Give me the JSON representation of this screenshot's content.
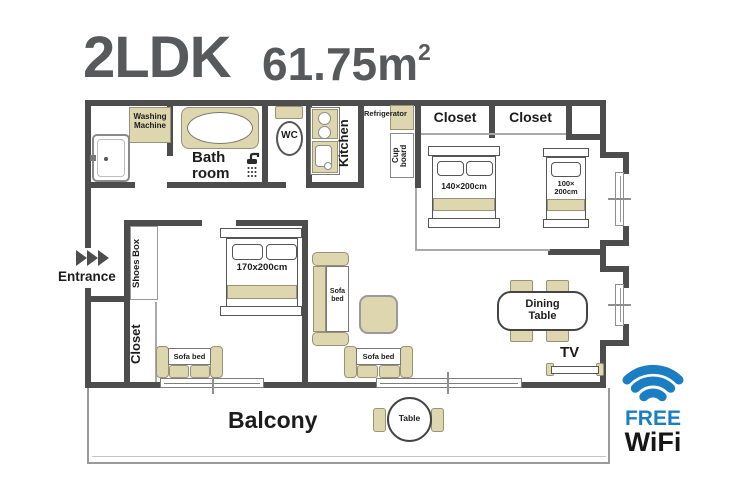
{
  "title": {
    "name": "2LDK",
    "area": "61.75",
    "unit": "m",
    "sup": "2"
  },
  "labels": {
    "washing_machine": [
      "Washing",
      "Machine"
    ],
    "bath_room": [
      "Bath",
      "room"
    ],
    "wc": "WC",
    "kitchen": "Kitchen",
    "refrigerator": "Refrigerator",
    "cupboard": [
      "Cup",
      "board"
    ],
    "closet_top_left": "Closet",
    "closet_top_right": "Closet",
    "shoes_box": "Shoes Box",
    "entrance": "Entrance",
    "closet_left": "Closet",
    "balcony": "Balcony",
    "dining_table": [
      "Dining",
      "Table"
    ],
    "tv": "TV",
    "balcony_table": "Table",
    "free": "FREE",
    "wifi": "WiFi"
  },
  "beds": {
    "double": "140×200cm",
    "single": [
      "100×",
      "200cm"
    ],
    "master": "170x200cm"
  },
  "sofas": {
    "bedroom1": "Sofa bed",
    "living_vertical": [
      "Sofa",
      "bed"
    ],
    "living_horizontal": "Sofa bed"
  },
  "colors": {
    "wall": "#4d4d4d",
    "furniture_tan": "#ded6ae",
    "wifi_blue": "#1b7ec2",
    "title_gray": "#58595b"
  }
}
